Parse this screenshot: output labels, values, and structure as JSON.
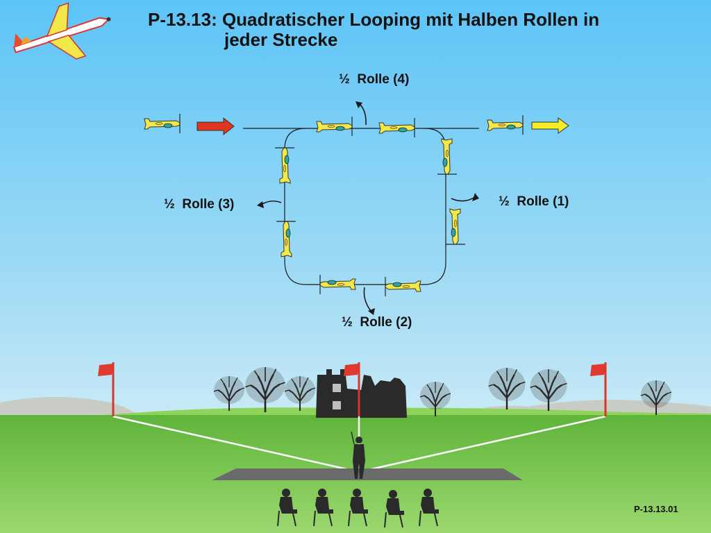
{
  "title": {
    "line1": "P-13.13: Quadratischer Looping mit Halben Rollen in",
    "line2": "jeder Strecke"
  },
  "rolls": {
    "roll_4": "½  Rolle (4)",
    "roll_1": "½  Rolle (1)",
    "roll_3": "½  Rolle (3)",
    "roll_2": "½  Rolle (2)"
  },
  "figure_id": "P-13.13.01",
  "colors": {
    "sky_top": "#5fc6f7",
    "sky_bottom": "#bfe6f5",
    "grass": "#7ec850",
    "entry_arrow": "#e0351e",
    "exit_arrow": "#f6ec2a",
    "plane": "#f3e84a",
    "flag": "#e03a2e",
    "silhouette": "#2a2a2a"
  },
  "icons": {
    "logo": "model-airplane-icon",
    "entry": "red-arrow-right-icon",
    "exit": "yellow-arrow-right-icon",
    "flag": "red-flag-icon",
    "pilot": "pilot-silhouette-icon",
    "judge": "judge-silhouette-icon"
  }
}
